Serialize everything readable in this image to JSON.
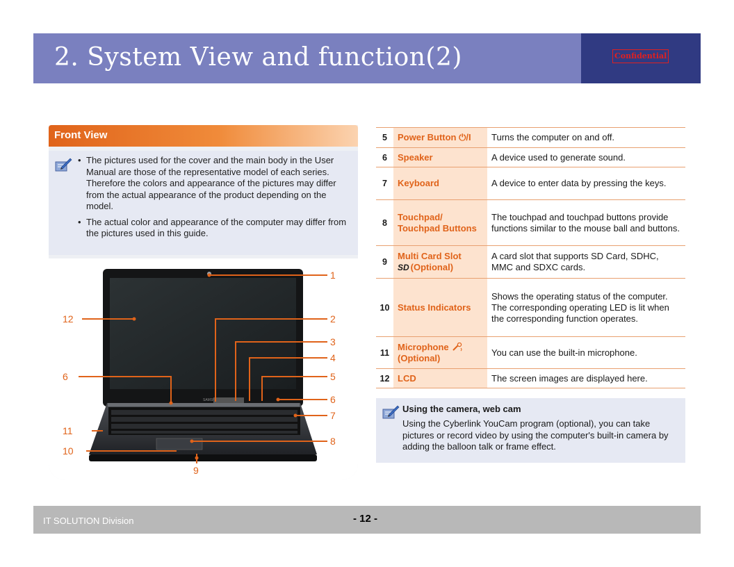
{
  "header": {
    "title": "2. System View and function(2)",
    "confidential": "Confidential"
  },
  "front_view": {
    "title": "Front View",
    "notes": [
      "The pictures used for the cover and the main body in the User Manual are those of the representative model of each series. Therefore the colors and appearance of the pictures may differ from the actual appearance of the product depending on the model.",
      "The actual color and appearance of the computer may differ from the pictures used in this guide."
    ],
    "callouts": [
      "1",
      "2",
      "3",
      "4",
      "5",
      "6",
      "7",
      "8",
      "9",
      "10",
      "11",
      "12"
    ]
  },
  "laptop": {
    "brand": "SAMSUNG"
  },
  "spec_table": {
    "rows": [
      {
        "num": "5",
        "name": "Power Button ⏻/I",
        "desc": "Turns the computer on and off."
      },
      {
        "num": "6",
        "name": "Speaker",
        "desc": "A device used to generate sound."
      },
      {
        "num": "7",
        "name": "Keyboard",
        "desc": "A device to enter data by pressing the keys."
      },
      {
        "num": "8",
        "name": "Touchpad/ Touchpad Buttons",
        "desc": "The touchpad and touchpad buttons provide functions similar to the mouse ball and buttons."
      },
      {
        "num": "9",
        "name": "Multi Card Slot",
        "name2": "(Optional)",
        "sd_logo": "SD",
        "desc": "A card slot that supports SD Card, SDHC, MMC and SDXC cards."
      },
      {
        "num": "10",
        "name": "Status Indicators",
        "desc": "Shows the operating status of the computer. The corresponding operating LED is lit when the corresponding function operates."
      },
      {
        "num": "11",
        "name": "Microphone",
        "name2": "(Optional)",
        "desc": "You can use the built-in microphone."
      },
      {
        "num": "12",
        "name": "LCD",
        "desc": "The screen images are displayed here."
      }
    ]
  },
  "camera_note": {
    "title": "Using the camera, web cam",
    "text": "Using the Cyberlink YouCam program (optional), you can take pictures or record video by using the computer's built-in camera by adding the balloon talk or frame effect."
  },
  "footer": {
    "division": "IT SOLUTION Division",
    "page": "- 12 -"
  },
  "colors": {
    "header_bg": "#7a80bf",
    "header_accent": "#303a82",
    "orange": "#e0631a",
    "name_cell_bg": "#fde3cf",
    "note_bg": "#e6e9f3",
    "footer_bg": "#b8b8b8",
    "confidential_red": "#e02020"
  }
}
